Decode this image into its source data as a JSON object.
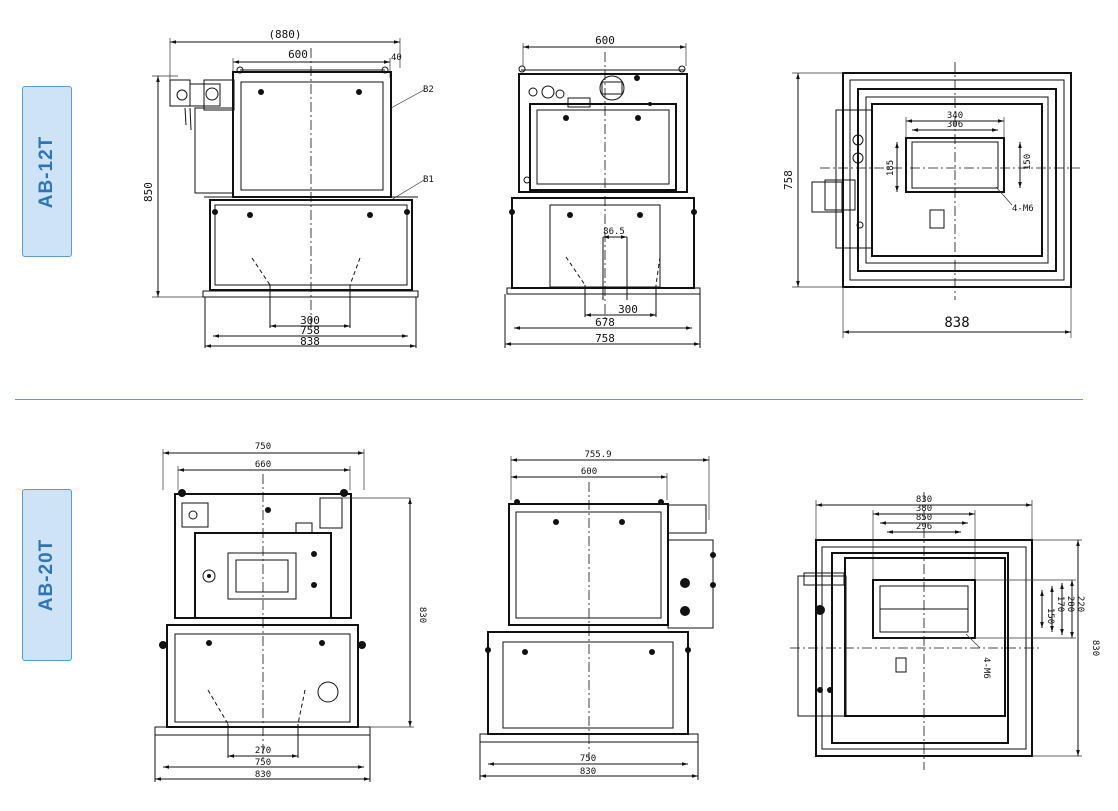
{
  "models": [
    {
      "name": "AB-12T",
      "front": {
        "overall_width": "(880)",
        "top_width": "600",
        "offset": "40",
        "height": "850",
        "base_outer": "838",
        "base_inner": "758",
        "outlet": "300",
        "callout_1": "B2",
        "callout_2": "B1"
      },
      "side": {
        "top_width": "600",
        "dim_small": "86.5",
        "outlet": "300",
        "base_inner": "678",
        "base_outer": "758"
      },
      "top": {
        "width": "838",
        "depth": "758",
        "hole_outer": "340",
        "hole_inner": "306",
        "hole_h": "185",
        "hole_h2": "150",
        "bolts": "4-M6"
      }
    },
    {
      "name": "AB-20T",
      "front": {
        "outer_width": "750",
        "inner_width": "660",
        "height": "830",
        "outlet": "270",
        "base_inner": "750",
        "base_outer": "830"
      },
      "side": {
        "outer_width": "755.9",
        "inner_width": "600",
        "base_inner": "750",
        "base_outer": "830"
      },
      "top": {
        "width": "830",
        "w2": "380",
        "w3": "850",
        "w4": "296",
        "depth": "830",
        "h1": "220",
        "h2": "200",
        "h3": "170",
        "h4": "150",
        "bolts": "4-M6"
      }
    }
  ]
}
